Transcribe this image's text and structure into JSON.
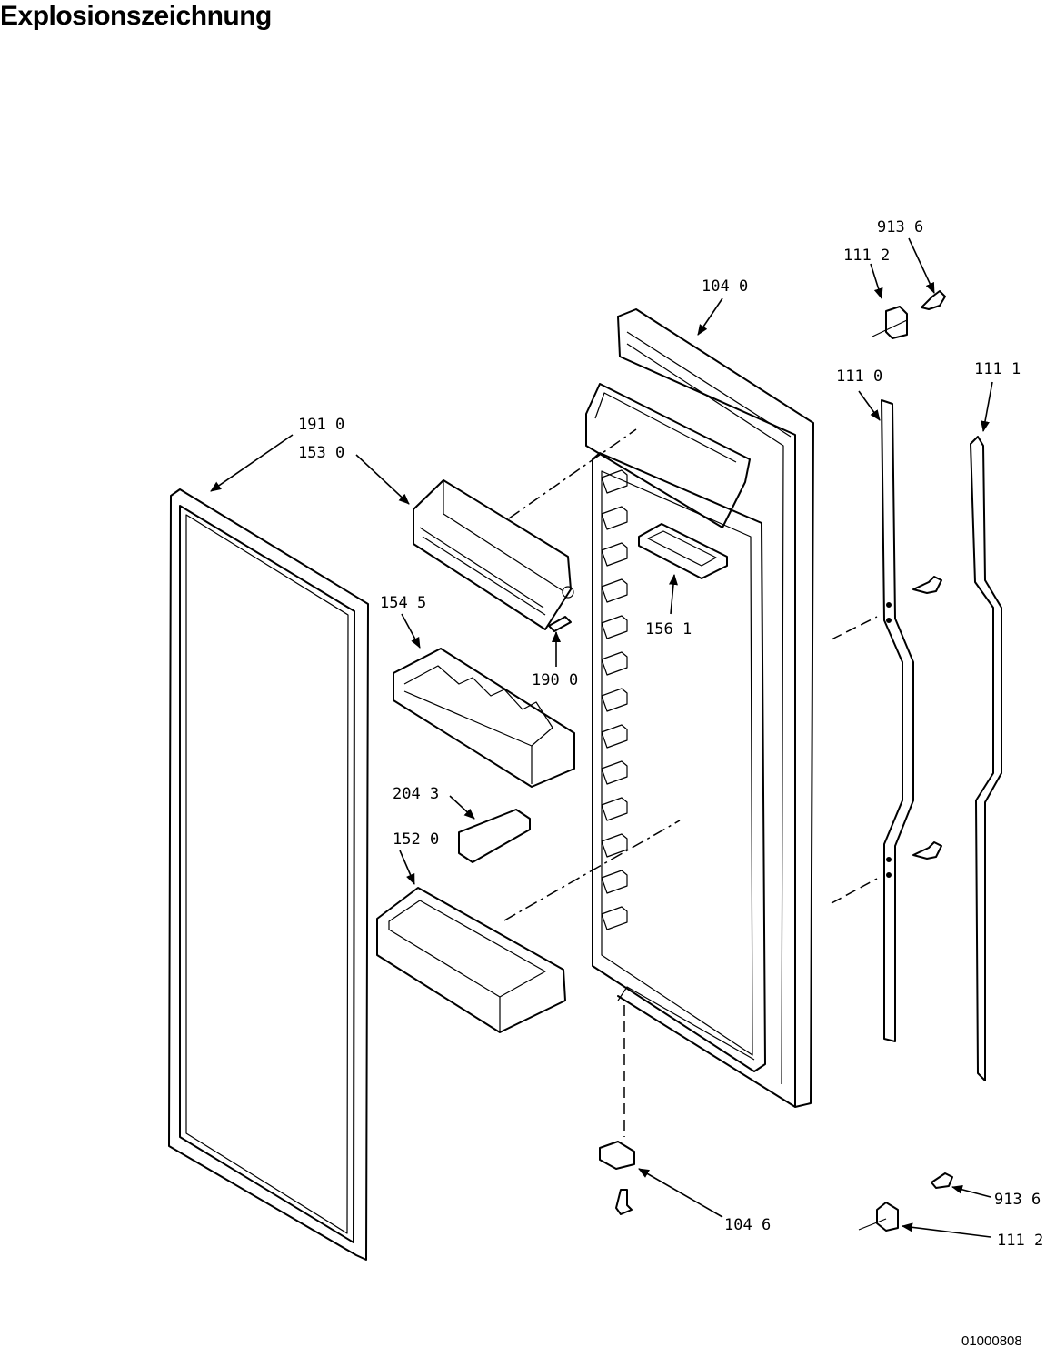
{
  "title": "Explosionszeichnung",
  "document_number": "01000808",
  "callouts": [
    {
      "id": "c-913-6-top",
      "text": "913 6"
    },
    {
      "id": "c-111-2-top",
      "text": "111 2"
    },
    {
      "id": "c-104-0",
      "text": "104 0"
    },
    {
      "id": "c-111-0",
      "text": "111 0"
    },
    {
      "id": "c-111-1",
      "text": "111 1"
    },
    {
      "id": "c-191-0",
      "text": "191 0"
    },
    {
      "id": "c-153-0",
      "text": "153 0"
    },
    {
      "id": "c-154-5",
      "text": "154 5"
    },
    {
      "id": "c-156-1",
      "text": "156 1"
    },
    {
      "id": "c-190-0",
      "text": "190 0"
    },
    {
      "id": "c-204-3",
      "text": "204 3"
    },
    {
      "id": "c-152-0",
      "text": "152 0"
    },
    {
      "id": "c-104-6",
      "text": "104 6"
    },
    {
      "id": "c-913-6-bottom",
      "text": "913 6"
    },
    {
      "id": "c-111-2-bottom",
      "text": "111 2"
    }
  ]
}
